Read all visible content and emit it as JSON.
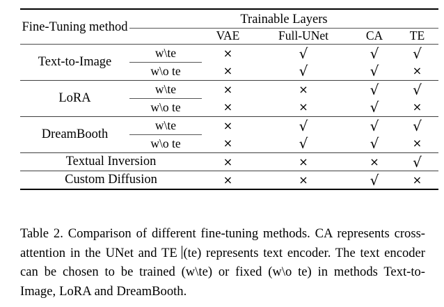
{
  "table": {
    "header": {
      "method_column": "Fine-Tuning method",
      "group_header": "Trainable Layers",
      "columns": [
        "VAE",
        "Full-UNet",
        "CA",
        "TE"
      ]
    },
    "sub_labels": {
      "with_te": "w\\te",
      "without_te": "w\\o te"
    },
    "marks": {
      "check": "√",
      "cross": "×"
    },
    "rows": [
      {
        "method": "Text-to-Image",
        "grouped": true,
        "subrows": [
          {
            "sub": "w\\te",
            "values": [
              "×",
              "√",
              "√",
              "√"
            ]
          },
          {
            "sub": "w\\o te",
            "values": [
              "×",
              "√",
              "√",
              "×"
            ]
          }
        ]
      },
      {
        "method": "LoRA",
        "grouped": true,
        "subrows": [
          {
            "sub": "w\\te",
            "values": [
              "×",
              "×",
              "√",
              "√"
            ]
          },
          {
            "sub": "w\\o te",
            "values": [
              "×",
              "×",
              "√",
              "×"
            ]
          }
        ]
      },
      {
        "method": "DreamBooth",
        "grouped": true,
        "subrows": [
          {
            "sub": "w\\te",
            "values": [
              "×",
              "√",
              "√",
              "√"
            ]
          },
          {
            "sub": "w\\o te",
            "values": [
              "×",
              "√",
              "√",
              "×"
            ]
          }
        ]
      },
      {
        "method": "Textual Inversion",
        "grouped": false,
        "values": [
          "×",
          "×",
          "×",
          "√"
        ]
      },
      {
        "method": "Custom Diffusion",
        "grouped": false,
        "values": [
          "×",
          "×",
          "√",
          "×"
        ]
      }
    ]
  },
  "caption": {
    "part1": "Table 2.  Comparison of different fine-tuning methods.  CA represents cross-attention in the UNet and TE ",
    "part2": "(te) represents text encoder. The text encoder can be chosen to be trained (w\\te) or fixed (w\\o te) in methods Text-to-Image, LoRA and DreamBooth.",
    "full": "Table 2.  Comparison of different fine-tuning methods.  CA represents cross-attention in the UNet and TE (te) represents text encoder. The text encoder can be chosen to be trained (w\\te) or fixed (w\\o te) in methods Text-to-Image, LoRA and DreamBooth."
  },
  "colors": {
    "text": "#000000",
    "background": "#ffffff",
    "heavy_rule": "#000000",
    "light_rule": "#4a4a4a"
  }
}
